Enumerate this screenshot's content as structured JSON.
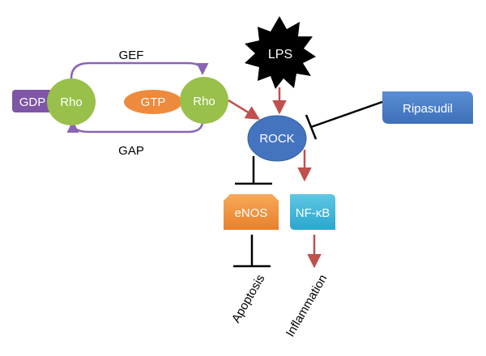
{
  "labels": {
    "gef": "GEF",
    "gap": "GAP",
    "gdp": "GDP",
    "rho_left": "Rho",
    "rho_right": "Rho",
    "gtp": "GTP",
    "lps": "LPS",
    "rock": "ROCK",
    "ripasudil": "Ripasudil",
    "enos": "eNOS",
    "nfkb": "NF-κB",
    "apoptosis": "Apoptosis",
    "inflammation": "Inflammation"
  },
  "colors": {
    "rho_fill": "#99C04A",
    "gdp_fill": "#7F55A6",
    "gtp_fill": "#EE8A3C",
    "rock_fill": "#4474C0",
    "ripasudil_fill": "#4A7EC7",
    "enos_fill": "#F39431",
    "nfkb_fill": "#36B4D6",
    "lps_fill": "#000000",
    "activation_arrow": "#C0504D",
    "cycle_arrow": "#8A64B5",
    "inhibition_line": "#000000"
  }
}
